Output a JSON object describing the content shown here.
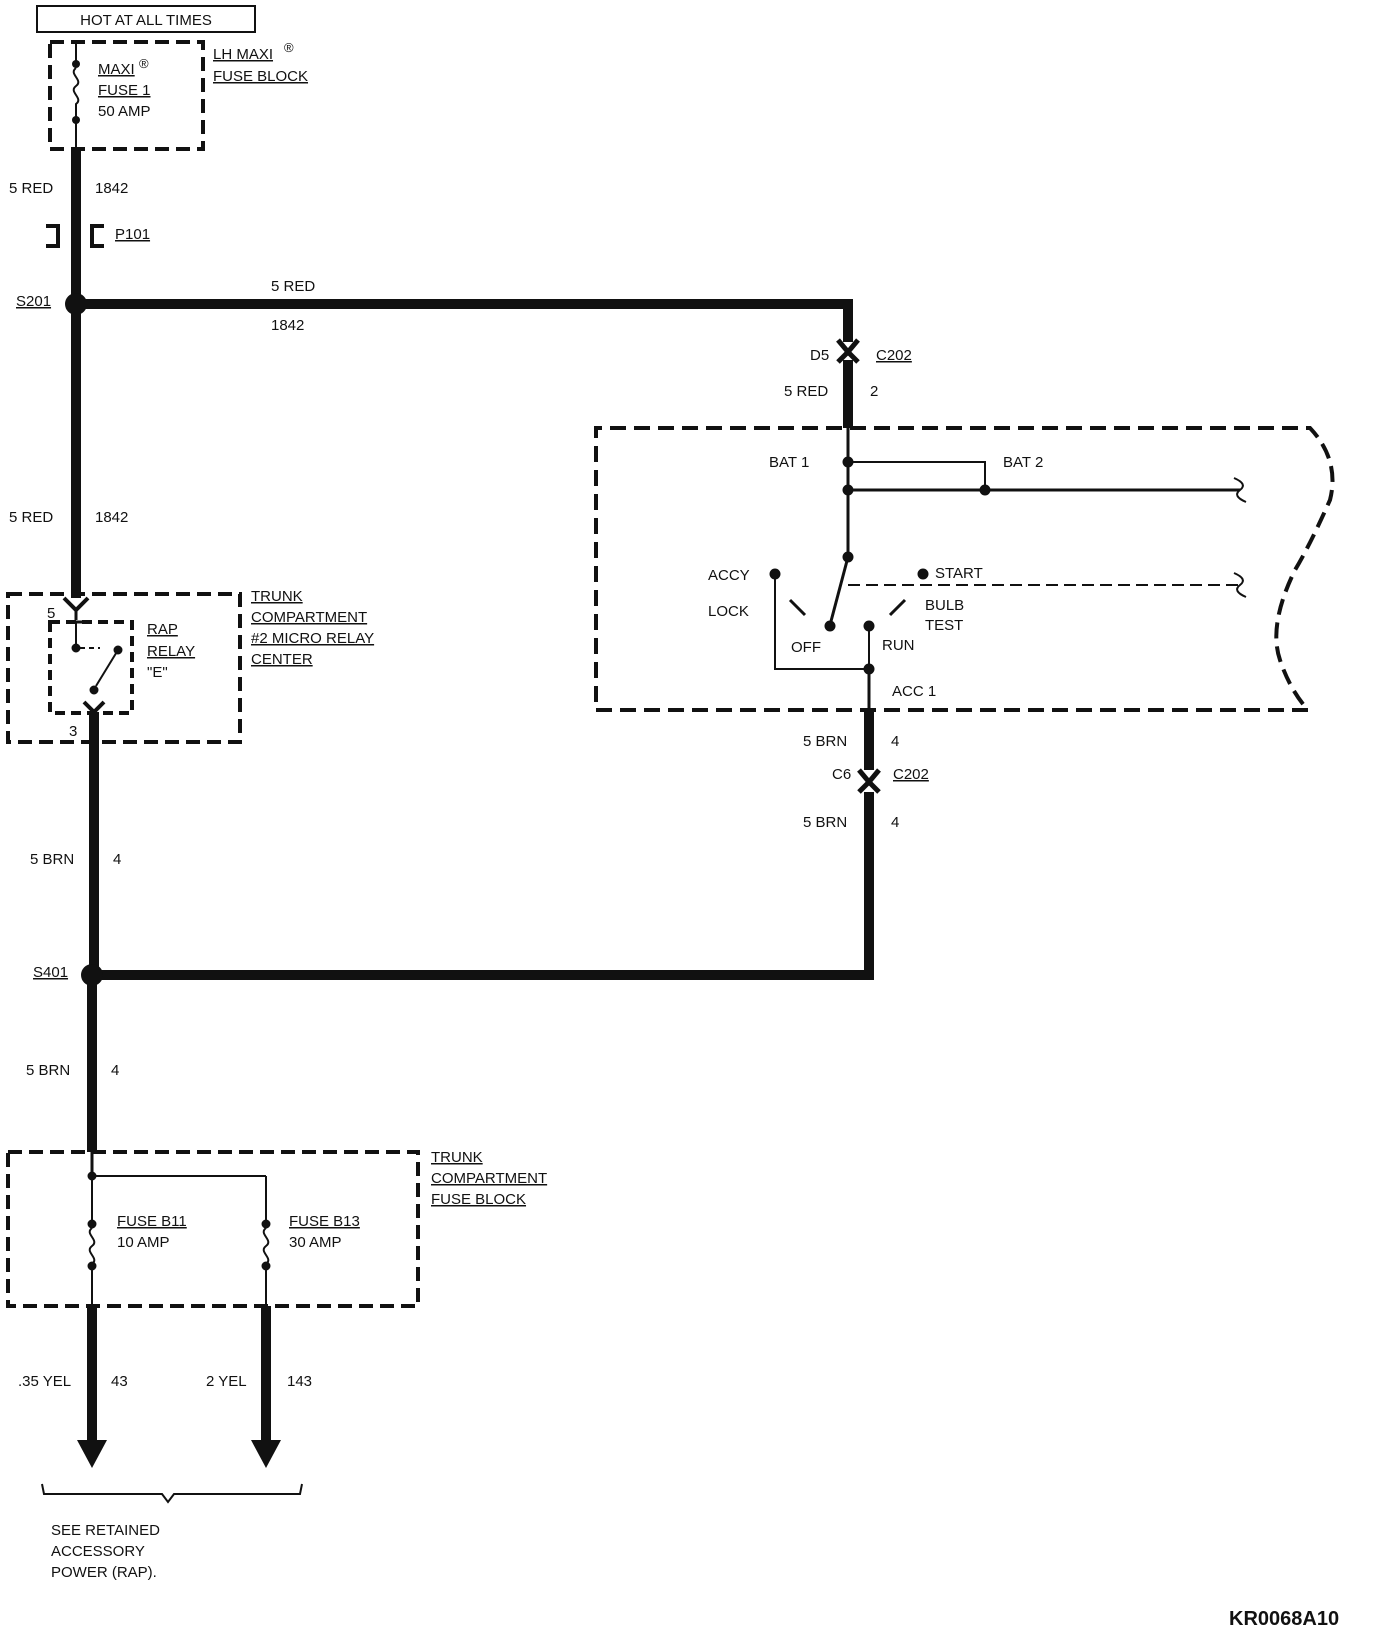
{
  "header": {
    "label": "HOT AT ALL TIMES"
  },
  "maxi_fuse_block": {
    "title_l1": "LH MAXI",
    "title_l2": "FUSE BLOCK",
    "fuse_l1": "MAXI",
    "fuse_l2": "FUSE 1",
    "fuse_l3": "50 AMP",
    "reg": "®"
  },
  "wires": {
    "w1_gauge": "5 RED",
    "w1_circuit": "1842",
    "w2_gauge": "5 RED",
    "w2_circuit": "1842",
    "w3_gauge": "5 RED",
    "w3_circuit": "1842",
    "w4_gauge": "5 RED",
    "w4_circuit": "2",
    "w5_gauge": "5 BRN",
    "w5_circuit": "4",
    "w6_gauge": "5 BRN",
    "w6_circuit": "4",
    "w7_gauge": "5 BRN",
    "w7_circuit": "4",
    "w8_gauge": "5 BRN",
    "w8_circuit": "4",
    "w9_gauge": ".35 YEL",
    "w9_circuit": "43",
    "w10_gauge": "2 YEL",
    "w10_circuit": "143"
  },
  "connectors": {
    "p101": "P101",
    "d5": "D5",
    "c202_top": "C202",
    "c6": "C6",
    "c202_bottom": "C202"
  },
  "splices": {
    "s201": "S201",
    "s401": "S401"
  },
  "relay_center": {
    "title_l1": "TRUNK",
    "title_l2": "COMPARTMENT",
    "title_l3": "#2 MICRO RELAY",
    "title_l4": "CENTER",
    "relay_l1": "RAP",
    "relay_l2": "RELAY",
    "relay_l3": "\"E\"",
    "pin_in": "5",
    "pin_out": "3"
  },
  "ignition_switch": {
    "bat1": "BAT 1",
    "bat2": "BAT 2",
    "accy": "ACCY",
    "lock": "LOCK",
    "off": "OFF",
    "start": "START",
    "bulb": "BULB",
    "test": "TEST",
    "run": "RUN",
    "acc1": "ACC 1"
  },
  "trunk_fuse_block": {
    "title_l1": "TRUNK",
    "title_l2": "COMPARTMENT",
    "title_l3": "FUSE BLOCK",
    "fuse_b11_name": "FUSE B11",
    "fuse_b11_rating": "10 AMP",
    "fuse_b13_name": "FUSE B13",
    "fuse_b13_rating": "30 AMP"
  },
  "footer": {
    "note_l1": "SEE RETAINED",
    "note_l2": "ACCESSORY",
    "note_l3": "POWER (RAP).",
    "figure_id": "KR0068A10"
  }
}
